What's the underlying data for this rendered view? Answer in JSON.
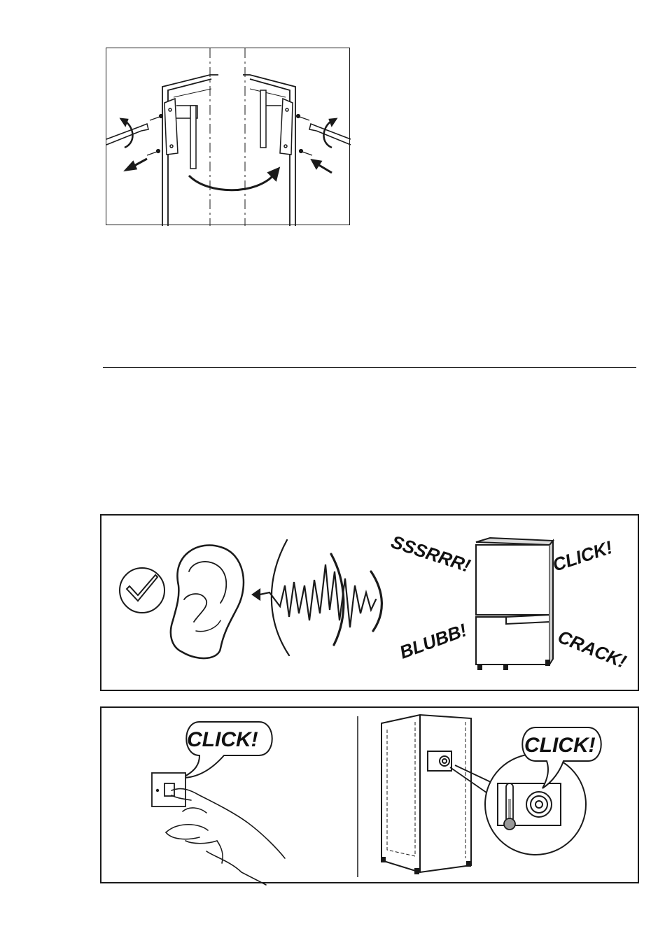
{
  "noise_figure": {
    "sounds": {
      "sssrrr": "SSSRRR!",
      "click": "CLICK!",
      "blubb": "BLUBB!",
      "crack": "CRACK!"
    }
  },
  "switch_figure": {
    "wall_switch_bubble": "CLICK!",
    "thermostat_bubble": "CLICK!"
  },
  "icons": [
    "check-mark-icon",
    "ear-icon",
    "sound-wave-icon",
    "fridge-freezer-icon",
    "wall-switch-icon",
    "hand-icon",
    "thermometer-icon",
    "thermostat-knob-icon"
  ]
}
